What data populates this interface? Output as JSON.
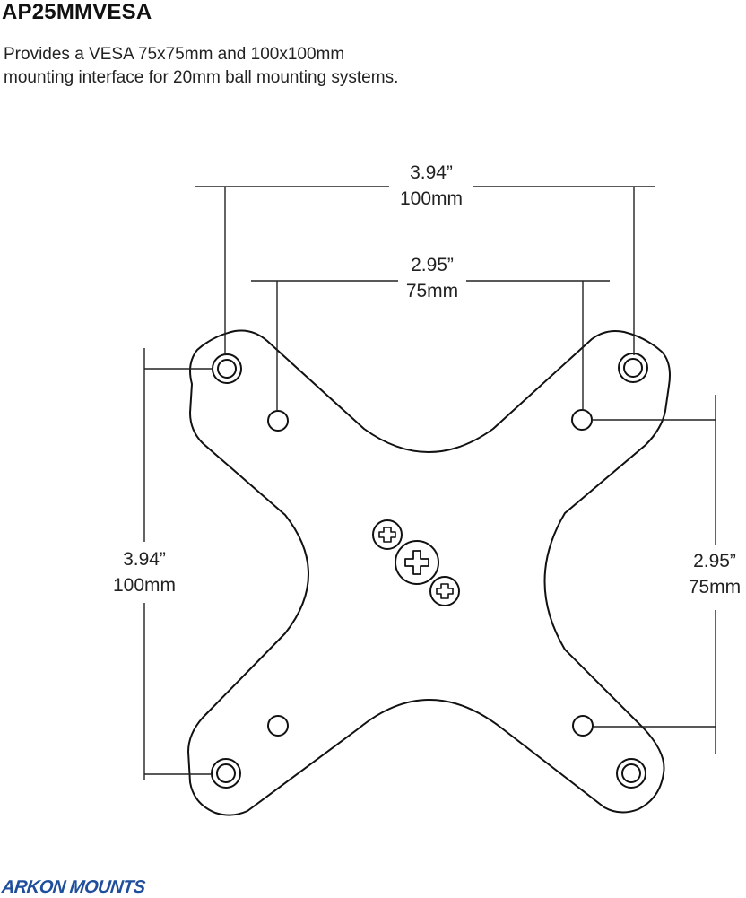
{
  "product": {
    "model": "AP25MMVESA",
    "description_lines": [
      "Provides a VESA 75x75mm and 100x100mm",
      "mounting interface for 20mm ball mounting systems."
    ]
  },
  "dimensions": {
    "top_outer": {
      "inches": "3.94”",
      "mm": "100mm"
    },
    "top_inner": {
      "inches": "2.95”",
      "mm": "75mm"
    },
    "left_outer": {
      "inches": "3.94”",
      "mm": "100mm"
    },
    "right_inner": {
      "inches": "2.95”",
      "mm": "75mm"
    }
  },
  "brand": {
    "logo_text": "ARKON MOUNTS",
    "color": "#1f4e9c"
  }
}
